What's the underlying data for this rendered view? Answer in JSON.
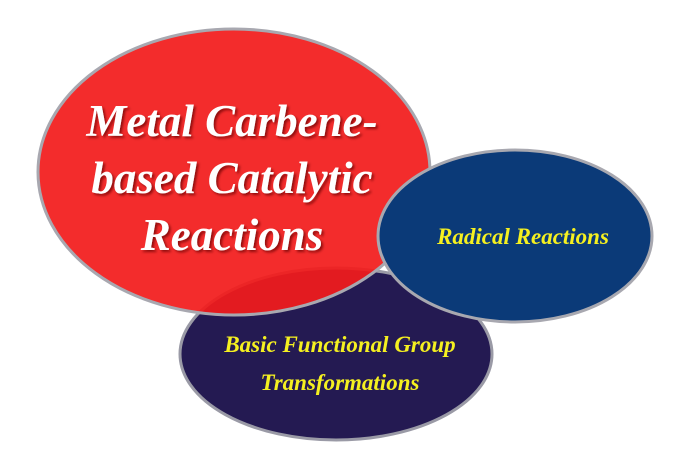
{
  "main_topic": {
    "lines": [
      "Metal Carbene-",
      "based Catalytic",
      "Reactions"
    ],
    "color": "#f21c1c"
  },
  "radical": {
    "label": "Radical Reactions",
    "color": "#0b3a78"
  },
  "basic": {
    "lines": [
      "Basic Functional Group",
      "Transformations"
    ],
    "color": "#241a52"
  },
  "text_color_small": "#f5f020"
}
